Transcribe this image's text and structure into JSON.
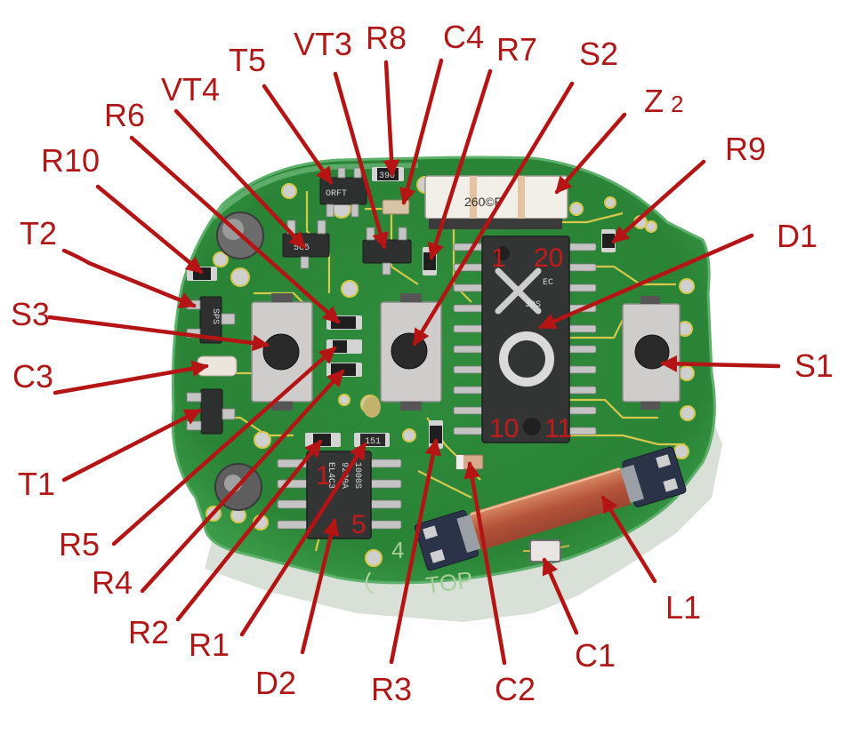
{
  "figure": {
    "subject": "Car key remote PCB with labeled components",
    "label_color": "#b01818",
    "board_color": "#2f8a3a"
  },
  "labels": {
    "T5": "T5",
    "VT3": "VT3",
    "R8": "R8",
    "C4": "C4",
    "R7": "R7",
    "S2": "S2",
    "Z2_main": "Z",
    "Z2_sub": "2",
    "VT4": "VT4",
    "R6": "R6",
    "R10": "R10",
    "R9": "R9",
    "D1": "D1",
    "T2": "T2",
    "S3": "S3",
    "C3": "C3",
    "S1": "S1",
    "T1": "T1",
    "R5": "R5",
    "R4": "R4",
    "R2": "R2",
    "R1": "R1",
    "D2": "D2",
    "R3": "R3",
    "C2": "C2",
    "C1": "C1",
    "L1": "L1"
  },
  "pin_numbers": {
    "d1_pin1": "1",
    "d1_pin20": "20",
    "d1_pin10": "10",
    "d1_pin11": "11",
    "d2_pin1": "1",
    "d2_pin5": "5"
  },
  "component_markings": {
    "t5": "ORFT",
    "r8": "390",
    "vt4": "5C5",
    "t2": "SPS",
    "z2": "260©F",
    "r1": "151",
    "d2_line1": "1000S",
    "d2_line2": "9290A",
    "d2_line3": "EL4C3",
    "d1_line1": "EC",
    "d1_line2": "J0S"
  },
  "silkscreen": {
    "top_text": "TOP",
    "num": "4"
  }
}
